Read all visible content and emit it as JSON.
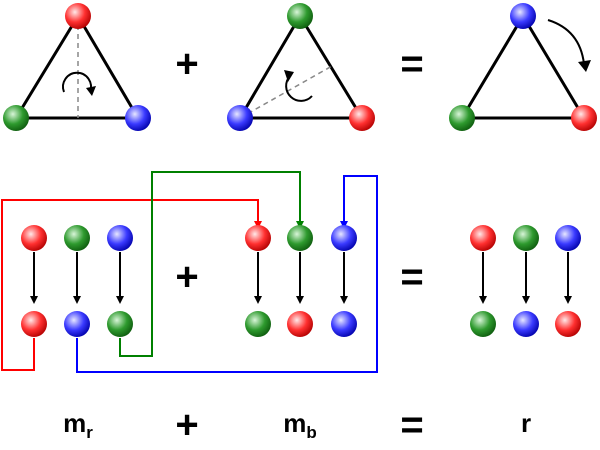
{
  "colors": {
    "red": "#ff0000",
    "green": "#008000",
    "blue": "#0000ff",
    "edge": "#000000"
  },
  "equations": {
    "plus": "+",
    "equals": "="
  },
  "labels": {
    "mr": {
      "base": "m",
      "sub": "r"
    },
    "mb": {
      "base": "m",
      "sub": "b"
    },
    "r": "r"
  },
  "triangles": [
    {
      "id": "mr",
      "top": "red",
      "left": "green",
      "right": "blue",
      "axis": "through-top",
      "rotation_icon": "clockwise-arc"
    },
    {
      "id": "mb",
      "top": "green",
      "left": "blue",
      "right": "red",
      "axis": "through-left",
      "rotation_icon": "counterclockwise-arc"
    },
    {
      "id": "r",
      "top": "blue",
      "left": "green",
      "right": "red",
      "axis": "none",
      "rotation_icon": "clockwise-arrow-outside"
    }
  ],
  "mappings": [
    {
      "id": "mr",
      "from": [
        "red",
        "green",
        "blue"
      ],
      "to": [
        "red",
        "blue",
        "green"
      ]
    },
    {
      "id": "mb",
      "from": [
        "red",
        "green",
        "blue"
      ],
      "to": [
        "green",
        "red",
        "blue"
      ]
    },
    {
      "id": "r",
      "from": [
        "red",
        "green",
        "blue"
      ],
      "to": [
        "green",
        "blue",
        "red"
      ]
    }
  ]
}
